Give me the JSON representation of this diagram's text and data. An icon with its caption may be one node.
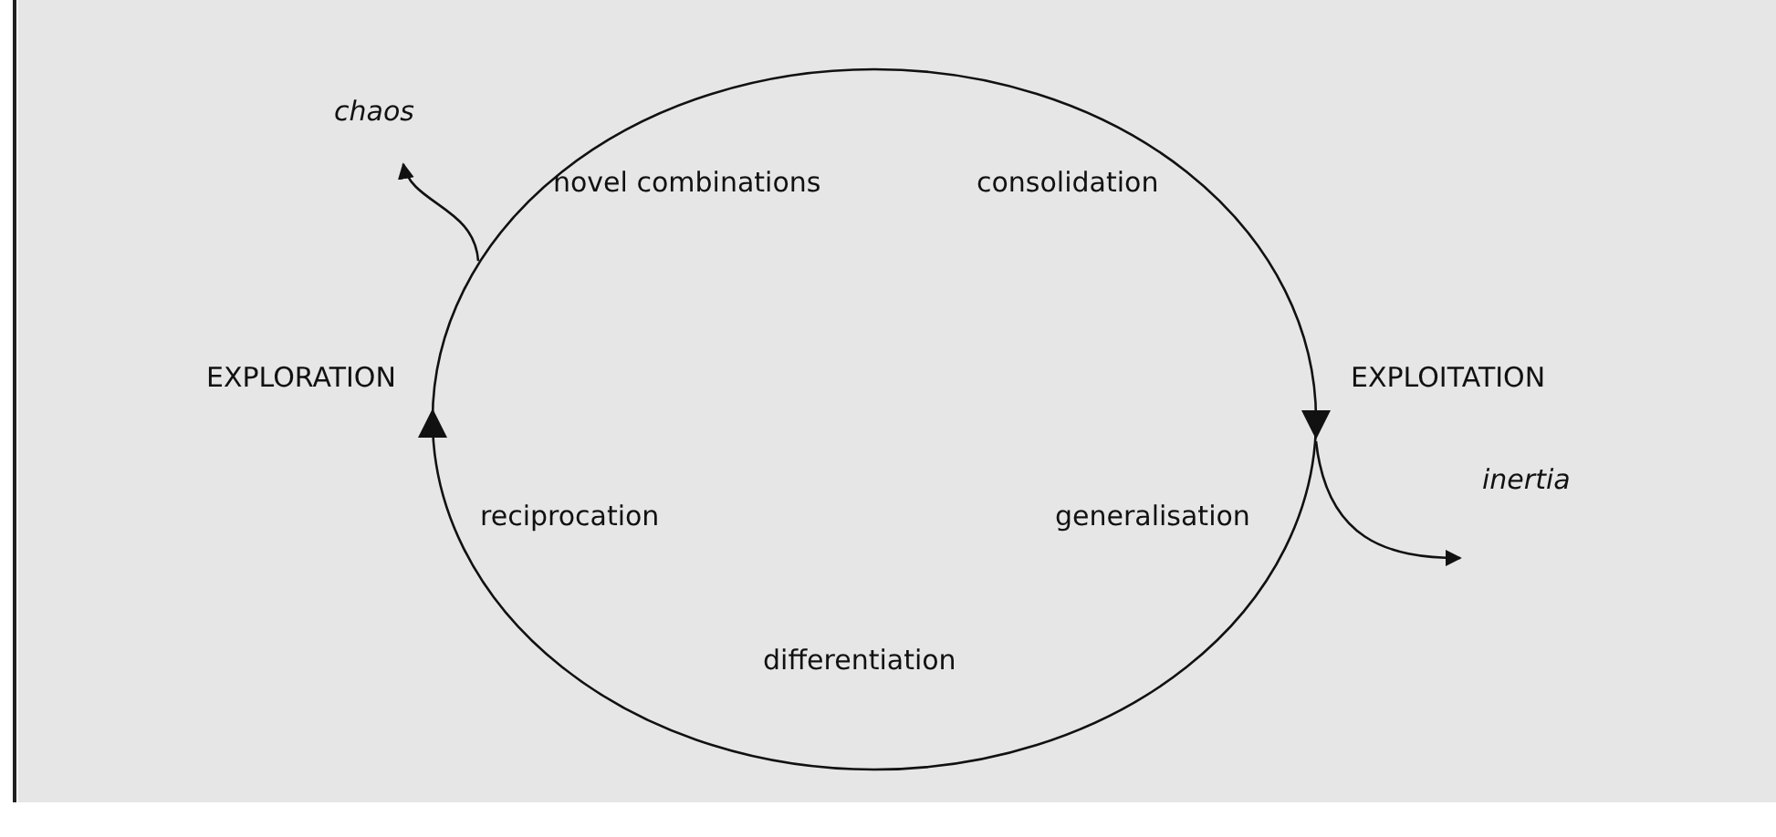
{
  "diagram": {
    "nodes": [
      {
        "text": [],
        "shape": "ellipse"
      },
      {
        "text": [
          "chaos"
        ]
      },
      {
        "text": [
          "inertia"
        ]
      }
    ],
    "edges": [
      {
        "from": 0,
        "to": 1,
        "arrow": "to"
      },
      {
        "from": 0,
        "to": 2,
        "arrow": "to"
      }
    ],
    "labels": [
      "novel combinations",
      "consolidation",
      "EXPLORATION",
      "EXPLOITATION",
      "reciprocation",
      "generalisation",
      "differentiation"
    ]
  }
}
